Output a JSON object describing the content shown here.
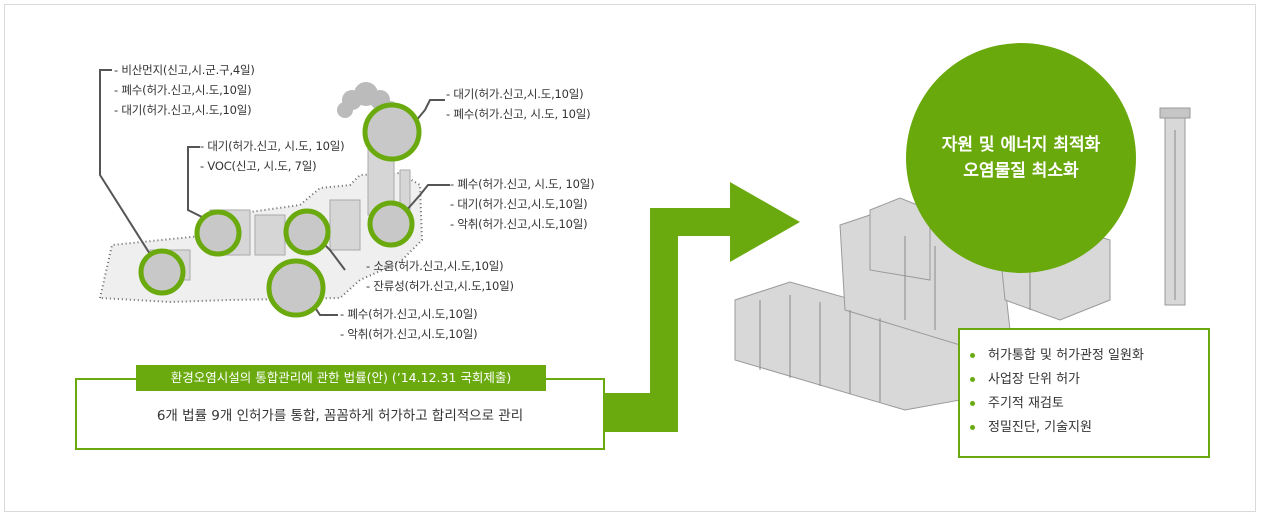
{
  "labels": {
    "group1": [
      "- 비산먼지(신고,시.군.구,4일)",
      "- 폐수(허가.신고,시.도,10일)",
      "- 대기(허가.신고,시.도,10일)"
    ],
    "group2": [
      "- 대기(허가.신고, 시.도, 10일)",
      "- VOC(신고, 시.도, 7일)"
    ],
    "group3": [
      "- 대기(허가.신고,시.도,10일)",
      "- 폐수(허가.신고, 시.도, 10일)"
    ],
    "group4": [
      "- 폐수(허가.신고, 시.도, 10일)",
      "- 대기(허가.신고,시.도,10일)",
      "- 악취(허가.신고,시.도,10일)"
    ],
    "group5": [
      "- 소음(허가.신고,시.도,10일)",
      "- 잔류성(허가.신고,시.도,10일)"
    ],
    "group6": [
      "- 폐수(허가.신고,시.도,10일)",
      "- 악취(허가.신고,시.도,10일)"
    ]
  },
  "law": {
    "title": "환경오염시설의 통합관리에 관한 법률(안) (’14.12.31 국회제출)",
    "description": "6개 법률 9개 인허가를 통합, 꼼꼼하게 허가하고 합리적으로 관리"
  },
  "goal": {
    "line1": "자원 및 에너지 최적화",
    "line2": "오염물질 최소화"
  },
  "benefits": [
    "허가통합 및 허가관정 일원화",
    "사업장 단위 허가",
    "주기적 재검토",
    "정밀진단, 기술지원"
  ],
  "colors": {
    "accent": "#6aaa0e",
    "plant": "#cfcfcf"
  },
  "icons": {
    "arrow": "arrow-right-icon"
  }
}
